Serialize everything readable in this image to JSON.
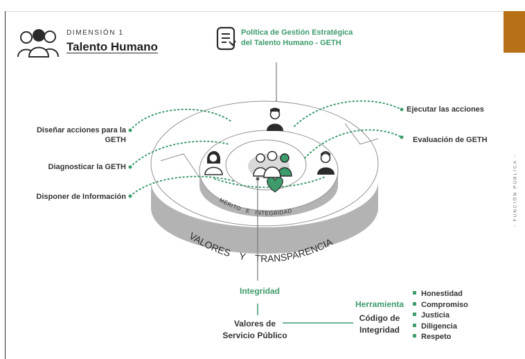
{
  "header": {
    "dimension_label": "DIMENSIÓN 1",
    "dimension_title": "Talento Humano",
    "people_icon": "people-group-icon"
  },
  "policy": {
    "icon": "document-list-icon",
    "line1": "Política de Gestión Estratégica",
    "line2": "del Talento Humano - GETH"
  },
  "left_actions": [
    {
      "line1": "Diseñar acciones para la",
      "line2": "GETH"
    },
    {
      "line1": "Diagnosticar la GETH",
      "line2": ""
    },
    {
      "line1": "Disponer de Información",
      "line2": ""
    }
  ],
  "right_actions": [
    "Ejecutar las acciones",
    "Evaluación de GETH"
  ],
  "inner_ring_text": {
    "a": "MÉRITO",
    "b": "E",
    "c": "INTEGRIDAD"
  },
  "outer_ring_text": {
    "a": "VALORES",
    "b": "Y",
    "c": "TRANSPARENCIA"
  },
  "integridad": "Integridad",
  "values": {
    "line1": "Valores de",
    "line2": "Servicio Público"
  },
  "herramienta": "Herramienta",
  "codigo": {
    "line1": "Código de",
    "line2": "Integridad"
  },
  "tools": [
    "Honestidad",
    "Compromiso",
    "Justicia",
    "Diligencia",
    "Respeto"
  ],
  "side_label": "- FUNCIÓN PÚBLICA -",
  "colors": {
    "green": "#3d9b6c",
    "accent": "#b87016",
    "disc_gray": "#b3b3b3",
    "dots": "#3d9b6c"
  }
}
